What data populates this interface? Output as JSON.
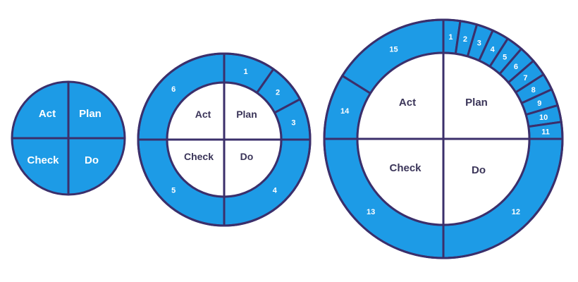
{
  "colors": {
    "fill": "#1d9be6",
    "stroke": "#3b2f6b",
    "inner": "#ffffff",
    "dark_text": "#3b3559",
    "light_text": "#ffffff"
  },
  "diagrams": [
    {
      "id": "pdca-basic",
      "quadrants": {
        "act": "Act",
        "plan": "Plan",
        "check": "Check",
        "do": "Do"
      },
      "segments": []
    },
    {
      "id": "pdca-6",
      "quadrants": {
        "act": "Act",
        "plan": "Plan",
        "check": "Check",
        "do": "Do"
      },
      "segments": [
        "1",
        "2",
        "3",
        "4",
        "5",
        "6"
      ]
    },
    {
      "id": "pdca-15",
      "quadrants": {
        "act": "Act",
        "plan": "Plan",
        "check": "Check",
        "do": "Do"
      },
      "segments": [
        "1",
        "2",
        "3",
        "4",
        "5",
        "6",
        "7",
        "8",
        "9",
        "10",
        "11",
        "12",
        "13",
        "14",
        "15"
      ]
    }
  ]
}
